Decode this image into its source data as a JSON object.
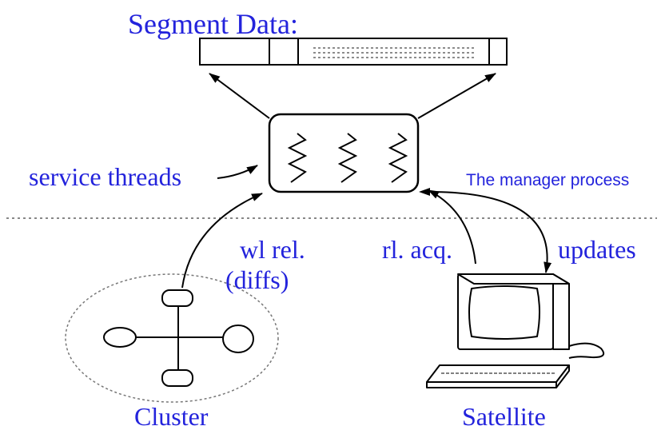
{
  "labels": {
    "title": "Segment Data:",
    "service_threads": "service threads",
    "manager_process": "The manager process",
    "wl_rel": "wl rel.",
    "diffs": "(diffs)",
    "rl_acq": "rl. acq.",
    "updates": "updates",
    "cluster": "Cluster",
    "satellite": "Satellite"
  },
  "colors": {
    "label_text": "#2323dc",
    "lines": "#000000",
    "dotted": "#888888"
  }
}
